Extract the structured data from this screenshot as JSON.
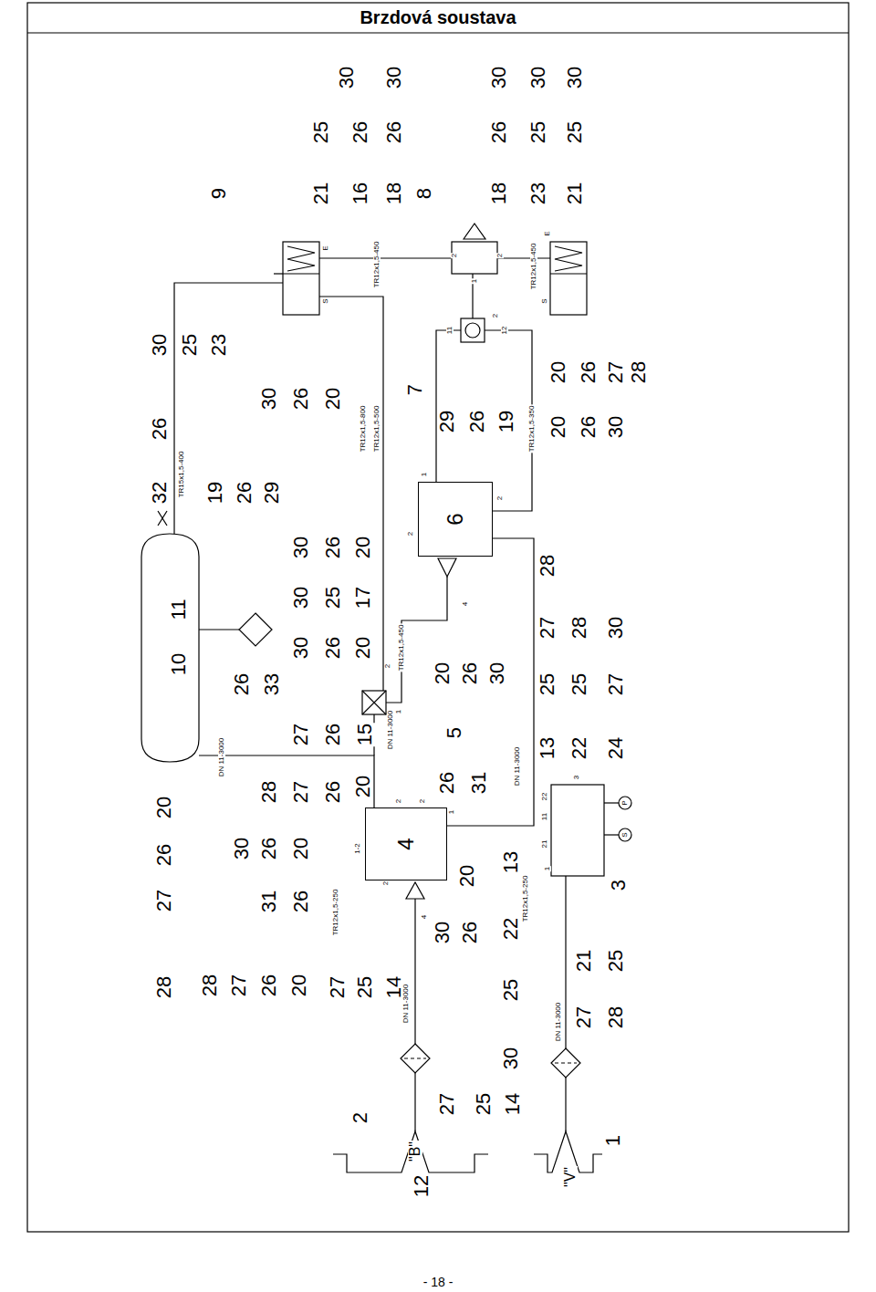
{
  "diagram": {
    "title": "Brzdová soustava",
    "nodes": [
      {
        "text": [
          "4"
        ]
      },
      {
        "text": [
          "6"
        ]
      }
    ],
    "edges": [
      {
        "from": 0,
        "to": 1,
        "arrow": "none"
      }
    ],
    "labels": [
      "28",
      "27",
      "26",
      "20",
      "30",
      "25",
      "23",
      "32",
      "26",
      "10",
      "11",
      "19",
      "26",
      "29",
      "9",
      "30",
      "25",
      "21",
      "26",
      "16",
      "30",
      "26",
      "18",
      "8",
      "30",
      "26",
      "18",
      "30",
      "25",
      "23",
      "30",
      "25",
      "21",
      "28",
      "27",
      "26",
      "20",
      "30",
      "26",
      "20",
      "31",
      "26",
      "28",
      "27",
      "26",
      "20",
      "27",
      "25",
      "14",
      "26",
      "33",
      "27",
      "26",
      "15",
      "30",
      "26",
      "20",
      "30",
      "25",
      "17",
      "30",
      "26",
      "20",
      "30",
      "26",
      "20",
      "7",
      "29",
      "26",
      "19",
      "5",
      "20",
      "26",
      "30",
      "26",
      "31",
      "20",
      "30",
      "26",
      "25",
      "22",
      "13",
      "30",
      "13",
      "25",
      "27",
      "28",
      "22",
      "25",
      "28",
      "24",
      "27",
      "30",
      "20",
      "26",
      "30",
      "20",
      "26",
      "27",
      "28",
      "3",
      "27",
      "28",
      "21",
      "25",
      "2",
      "27",
      "25",
      "14",
      "1",
      "12",
      "\"B\"",
      "\"V\"",
      "TR15x1,5-400",
      "DN 11-3000",
      "TR12x1,5-250",
      "1-2",
      "2",
      "2",
      "4",
      "2",
      "1",
      "1",
      "2",
      "DN 11-3000",
      "TR12x1,5-450",
      "2",
      "4",
      "2",
      "1",
      "TR12x1,5-800",
      "TR12x1,5-500",
      "TR12x1,5-450",
      "S",
      "E",
      "11",
      "12",
      "2",
      "2",
      "1",
      "2",
      "TR12x1,5-450",
      "E",
      "S",
      "TR12x1,5-350",
      "DN 11-3000",
      "TR12x1,5-250",
      "22",
      "11",
      "21",
      "1",
      "3",
      "S",
      "P",
      "DN 11-3000",
      "DN 11-3000",
      "- 18 -"
    ]
  }
}
